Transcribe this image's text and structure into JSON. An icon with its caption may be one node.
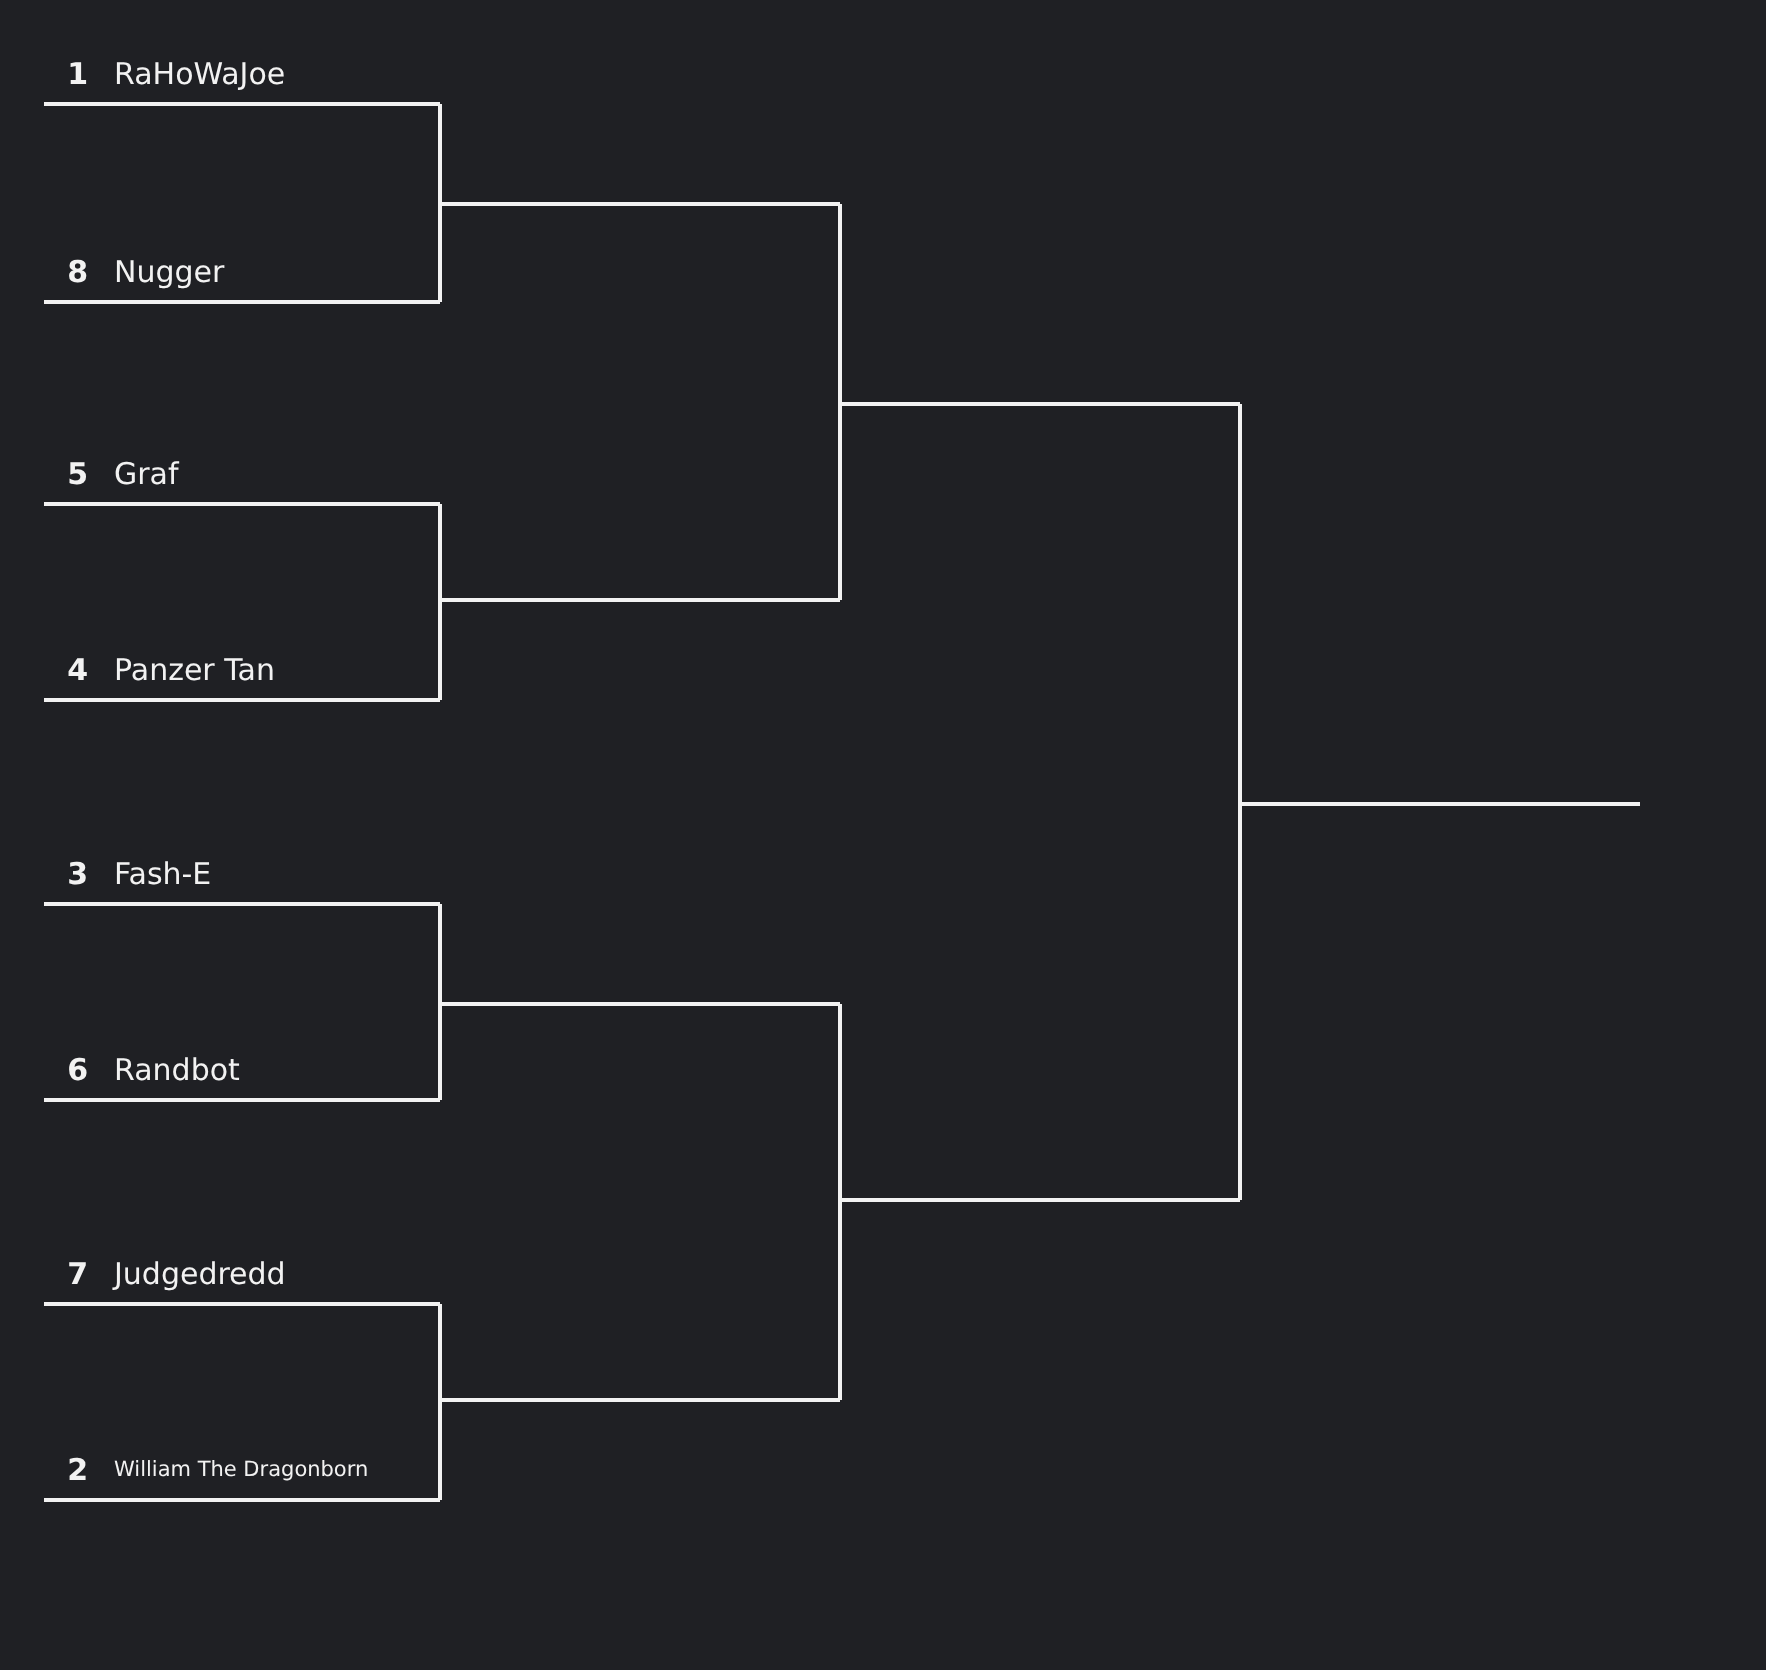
{
  "diagram": {
    "nodes": [
      {
        "text": [
          "1",
          "RaHoWaJoe"
        ]
      },
      {
        "text": [
          "8",
          "Nugger"
        ]
      },
      {
        "text": [
          "5",
          "Graf"
        ]
      },
      {
        "text": [
          "4",
          "Panzer Tan"
        ]
      },
      {
        "text": [
          "3",
          "Fash-E"
        ]
      },
      {
        "text": [
          "6",
          "Randbot"
        ]
      },
      {
        "text": [
          "7",
          "Judgedredd"
        ]
      },
      {
        "text": [
          "2",
          "William The Dragonborn"
        ]
      },
      {
        "text": [],
        "shape": "line"
      },
      {
        "text": [],
        "shape": "line"
      },
      {
        "text": [],
        "shape": "line"
      },
      {
        "text": [],
        "shape": "line"
      },
      {
        "text": [],
        "shape": "line"
      },
      {
        "text": [],
        "shape": "line"
      },
      {
        "text": [],
        "shape": "line"
      }
    ],
    "edges": [
      {
        "from": 0,
        "to": 8,
        "arrow": "none"
      },
      {
        "from": 1,
        "to": 8,
        "arrow": "none"
      },
      {
        "from": 2,
        "to": 9,
        "arrow": "none"
      },
      {
        "from": 3,
        "to": 9,
        "arrow": "none"
      },
      {
        "from": 4,
        "to": 10,
        "arrow": "none"
      },
      {
        "from": 5,
        "to": 10,
        "arrow": "none"
      },
      {
        "from": 6,
        "to": 11,
        "arrow": "none"
      },
      {
        "from": 7,
        "to": 11,
        "arrow": "none"
      },
      {
        "from": 8,
        "to": 12,
        "arrow": "none"
      },
      {
        "from": 9,
        "to": 12,
        "arrow": "none"
      },
      {
        "from": 10,
        "to": 13,
        "arrow": "none"
      },
      {
        "from": 11,
        "to": 13,
        "arrow": "none"
      },
      {
        "from": 12,
        "to": 14,
        "arrow": "none"
      },
      {
        "from": 13,
        "to": 14,
        "arrow": "none"
      }
    ]
  }
}
